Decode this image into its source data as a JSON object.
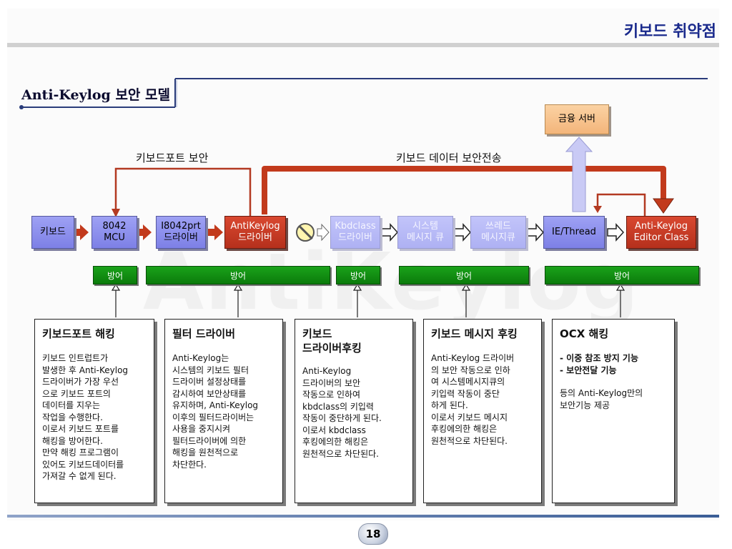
{
  "slide": {
    "title": "키보드 취약점",
    "page_number": "18"
  },
  "section": {
    "title": "Anti-Keylog 보안 모델"
  },
  "watermark": "AntiKeylog",
  "flow_labels": {
    "port_security": "키보드포트 보안",
    "data_transfer": "키보드 데이터 보안전송"
  },
  "flow_boxes": {
    "keyboard": "키보드",
    "mcu": "8042\nMCU",
    "i8042prt": "I8042prt\n드라이버",
    "antikeylog_driver": "AntiKeylog\n드라이버",
    "kbdclass": "Kbdclass\n드라이버",
    "system_queue": "시스템\n메시지 큐",
    "thread_queue": "쓰레드\n메시지큐",
    "ie_thread": "IE/Thread",
    "editor_class": "Anti-Keylog\nEditor Class",
    "bank_server": "금융 서버"
  },
  "defense_bars": [
    "방어",
    "방어",
    "방어",
    "방어",
    "방어"
  ],
  "cards": [
    {
      "title": "키보드포트 해킹",
      "body": "키보드 인트럽트가\n발생한 후 Anti-Keylog\n드라이버가 가장 우선\n으로 키보드 포트의\n데이터를 지우는\n작업을 수행한다.\n이로서 키보드 포트를\n해킹을 방어한다.\n만약 해킹 프로그램이\n있어도 키보드데이터를\n가져갈 수 없게 된다."
    },
    {
      "title": "필터 드라이버",
      "body": "Anti-Keylog는\n시스템의 키보드 필터\n드라이버 설정상태를\n감시하여 보안상태를\n유지하며, Anti-Keylog\n이후의 필터드라이버는\n사용을 중지시켜\n필터드라이버에 의한\n해킹을 원천적으로\n차단한다."
    },
    {
      "title": "키보드\n드라이버후킹",
      "body": "Anti-Keylog\n드라이버의 보안\n작동으로 인하여\nkbdclass의 키입력\n작동이 중단하게 된다.\n이로서 kbdclass\n후킹에의한 해킹은\n원천적으로 차단된다."
    },
    {
      "title": "키보드 메시지 후킹",
      "body": "Anti-Keylog 드라이버\n의 보안 작동으로 인하\n여  시스템메시지큐의\n키입력 작동이 중단\n하게 된다.\n이로서 키보드 메시지\n후킹에의한 해킹은\n원천적으로 차단된다."
    },
    {
      "title": "OCX 해킹",
      "bold_items": [
        "- 이중 참조 방지 기능",
        "- 보안전달 기능"
      ],
      "body": "등의 Anti-Keylog만의\n보안기능 제공"
    }
  ]
}
